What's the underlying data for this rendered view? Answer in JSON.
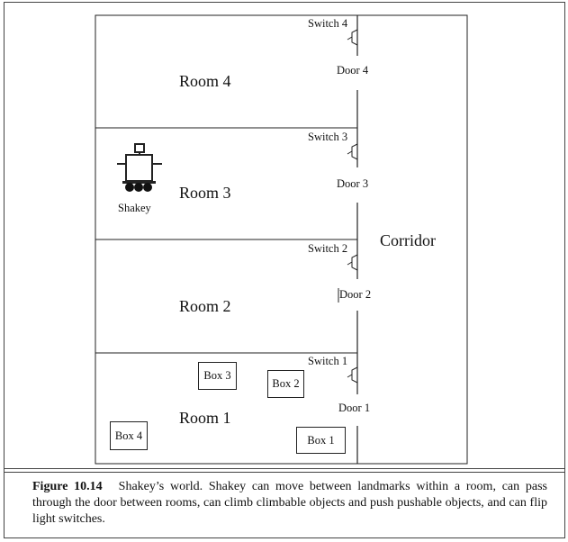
{
  "diagram": {
    "rooms": [
      "Room 4",
      "Room 3",
      "Room 2",
      "Room 1"
    ],
    "corridor": "Corridor",
    "switches": [
      "Switch 4",
      "Switch 3",
      "Switch 2",
      "Switch 1"
    ],
    "doors": [
      "Door 4",
      "Door 3",
      "Door 2",
      "Door 1"
    ],
    "boxes": [
      "Box 1",
      "Box 2",
      "Box 3",
      "Box 4"
    ],
    "robot_label": "Shakey"
  },
  "caption": {
    "figure_number": "Figure 10.14",
    "text": "Shakey’s world. Shakey can move between landmarks within a room, can pass through the door between rooms, can climb climbable objects and push pushable objects, and can flip light switches."
  }
}
